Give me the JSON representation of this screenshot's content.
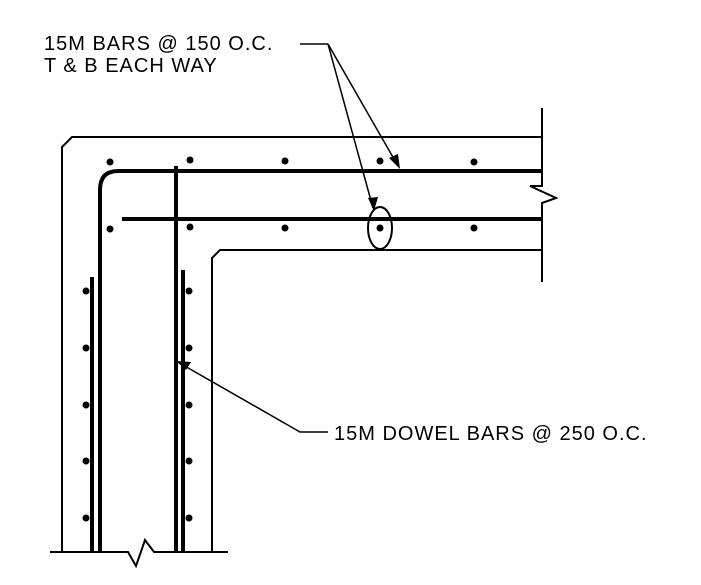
{
  "callouts": {
    "top_bars_line1": "15M BARS @ 150 O.C.",
    "top_bars_line2": "T & B EACH WAY",
    "dowel_bars": "15M DOWEL BARS @ 250 O.C."
  },
  "colors": {
    "line": "#000000",
    "background": "#ffffff"
  }
}
